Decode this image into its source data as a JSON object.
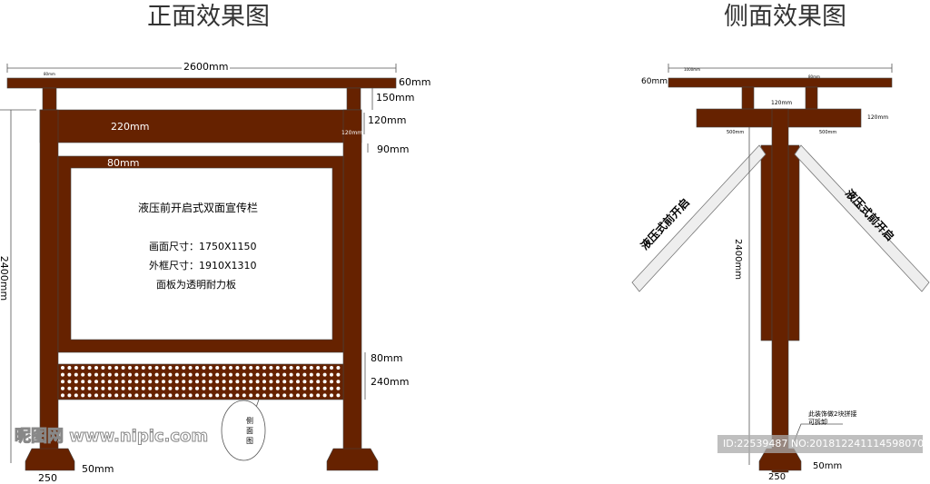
{
  "colors": {
    "wood": "#662200",
    "line": "#555555",
    "board": "#eeeeee"
  },
  "front": {
    "title": "正面效果图",
    "dims": {
      "width": "2600mm",
      "top_beam": "60mm",
      "gap": "150mm",
      "header": "120mm",
      "header_post": "120mm",
      "header_height": "220mm",
      "gap2": "90mm",
      "frame": "80mm",
      "gap3": "80mm",
      "perforated": "240mm",
      "height": "2400mm",
      "base_h": "50mm",
      "base_w": "250",
      "tiny": "80mm"
    },
    "panel_lines": [
      "液压前开启式双面宣传栏",
      "画面尺寸：1750X1150",
      "外框尺寸：1910X1310",
      "面板为透明耐力板"
    ],
    "callout": "侧面图"
  },
  "side": {
    "title": "侧面效果图",
    "dims": {
      "width": "1000mm",
      "top_beam": "60mm",
      "post": "120mm",
      "cross": "120mm",
      "left": "500mm",
      "right": "500mm",
      "height": "2400mm",
      "base_h": "50mm",
      "base_w": "250",
      "tiny": "80mm"
    },
    "board_label": "液压式前开启",
    "note_lines": [
      "此装饰做2块拼接",
      "可拆卸"
    ]
  },
  "watermark": {
    "logo": "昵图网 www.nipic.com",
    "id": "ID:22539487 NO:20181224111459807000"
  }
}
